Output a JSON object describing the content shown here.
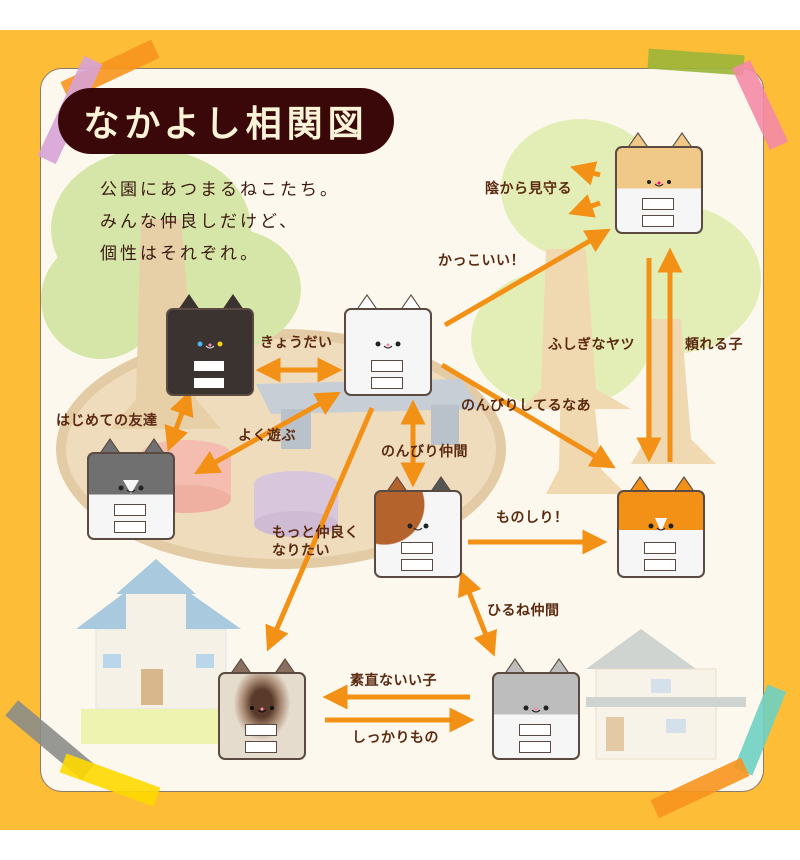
{
  "title": "なかよし相関図",
  "intro": [
    "公園にあつまるねこたち。",
    "みんな仲良しだけど、",
    "個性はそれぞれ。"
  ],
  "colors": {
    "frame": "#fdbd37",
    "card": "#fdf8ee",
    "title_bg": "#3a0808",
    "title_text": "#fbf3d8",
    "arrow": "#f39117",
    "label_text": "#5a2a10"
  },
  "cats": [
    {
      "id": "black-cat",
      "color": "#3a3330",
      "eyes": "heterochromia blue/yellow"
    },
    {
      "id": "white-cat",
      "color": "#f6f6f6"
    },
    {
      "id": "tabby-cat",
      "color": "#f0c888"
    },
    {
      "id": "bicolor-gray-cat",
      "color": "#707070"
    },
    {
      "id": "calico-cat",
      "color": "#f6f6f6"
    },
    {
      "id": "orange-cat",
      "color": "#f39117"
    },
    {
      "id": "siamese-cat",
      "color": "#e6dccd"
    },
    {
      "id": "gray-cat",
      "color": "#bdbdbd"
    }
  ],
  "relations": {
    "kagekara": "陰から見守る",
    "kakkoii": "かっこいい！",
    "kyoudai": "きょうだい",
    "fushigi": "ふしぎなヤツ",
    "tayoreru": "頼れる子",
    "hajimete": "はじめての友達",
    "yokuasobu": "よく遊ぶ",
    "nonbiri_shiteru": "のんびりしてるなあ",
    "nonbiri_nakama": "のんびり仲間",
    "monoshiri": "ものしり！",
    "motto_1": "もっと仲良く",
    "motto_2": "なりたい",
    "hirune": "ひるね仲間",
    "sunao": "素直ないい子",
    "shikkari": "しっかりもの"
  }
}
